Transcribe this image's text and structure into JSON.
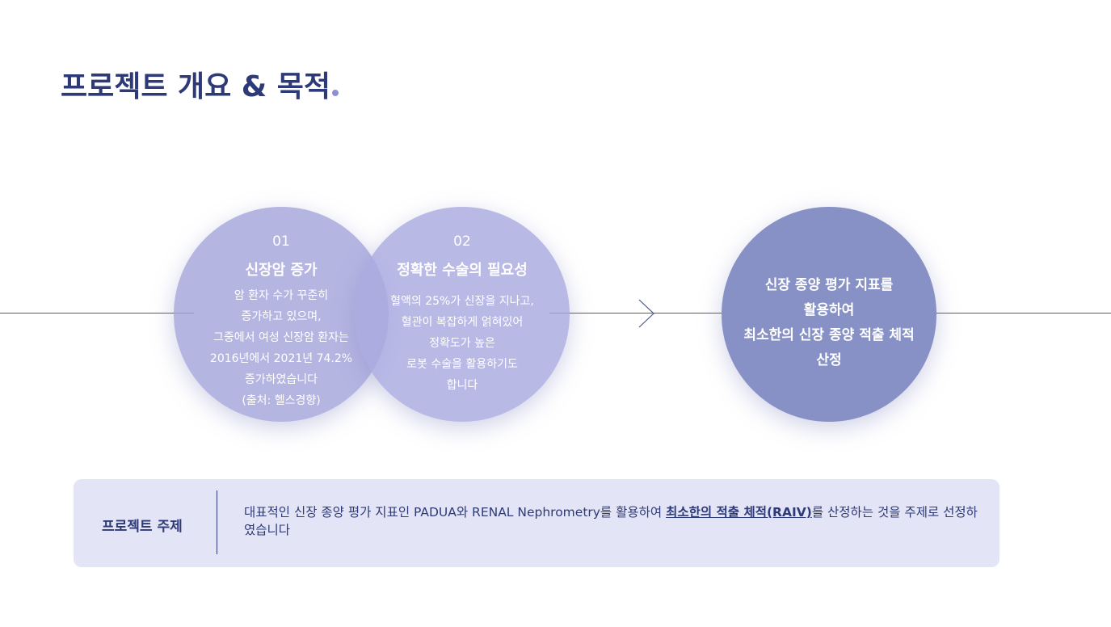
{
  "page": {
    "title": "프로젝트 개요 & 목적"
  },
  "circles": [
    {
      "number": "01",
      "heading": "신장암 증가",
      "body_lines": [
        "암 환자 수가 꾸준히",
        "증가하고 있으며,",
        "그중에서 여성 신장암 환자는",
        "2016년에서 2021년 74.2%",
        "증가하였습니다",
        "(출처: 헬스경향)"
      ]
    },
    {
      "number": "02",
      "heading": "정확한 수술의 필요성",
      "body_lines": [
        "혈액의 25%가 신장을 지나고,",
        "혈관이 복잡하게 얽혀있어",
        "정확도가 높은",
        "로봇 수술을 활용하기도",
        "합니다"
      ]
    },
    {
      "body_lines": [
        "신장 종양 평가 지표를",
        "활용하여",
        "최소한의 신장 종양 적출 체적",
        "산정"
      ]
    }
  ],
  "theme": {
    "label": "프로젝트 주제",
    "text_before": "대표적인 신장 종양 평가 지표인 PADUA와 RENAL Nephrometry를 활용하여 ",
    "text_emphasis": "최소한의 적출 체적(RAIV)",
    "text_after": "를 산정하는 것을 주제로 선정하였습니다"
  },
  "colors": {
    "title": "#2e3a78",
    "accent_dot": "#8f8fd0",
    "circle_light": "#a5a5dc",
    "circle_dark": "#8791c6",
    "theme_box": "#e3e4f6",
    "line": "#4a5a8e"
  },
  "icons": {
    "arrow": "chevron-right-icon"
  }
}
